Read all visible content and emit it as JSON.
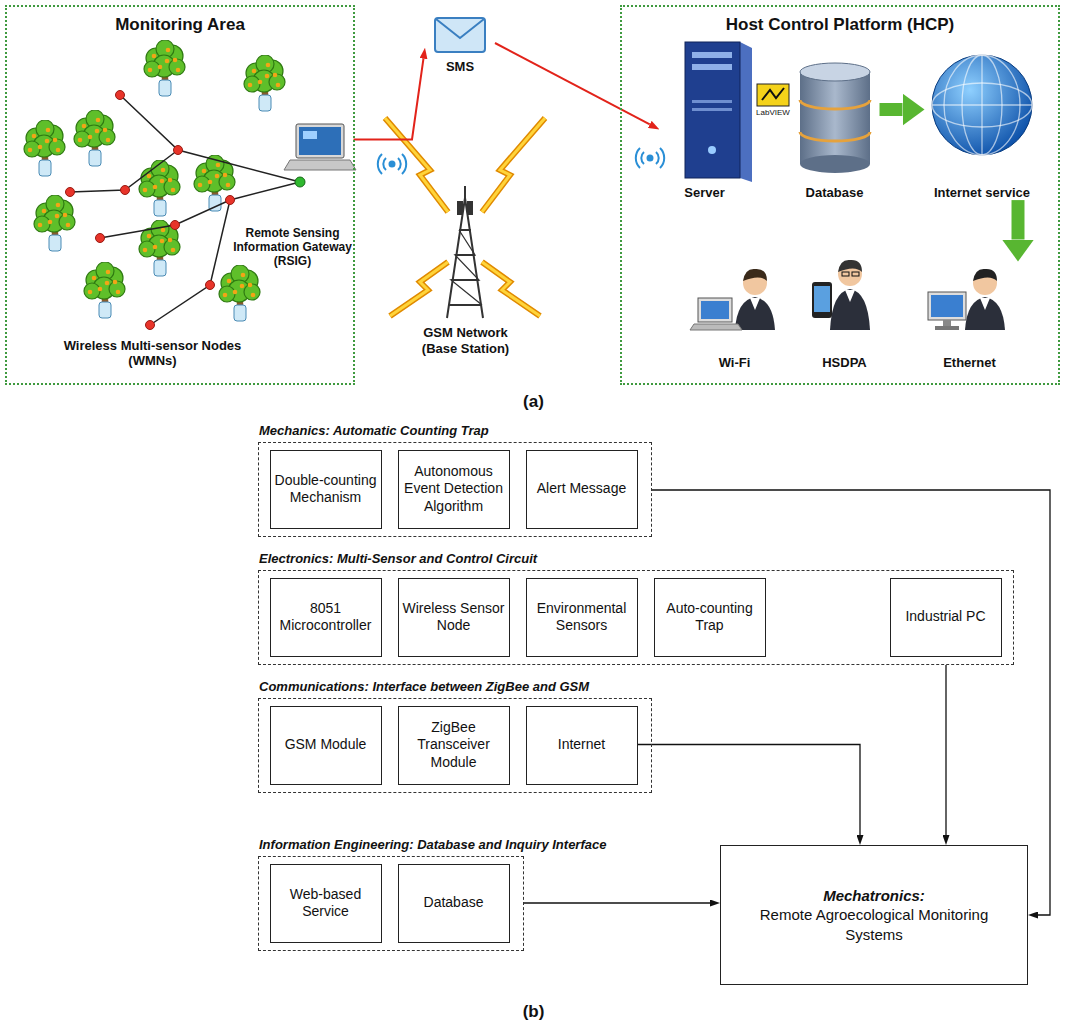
{
  "diagram": {
    "nodes": [
      {
        "text": [
          "Monitoring Area"
        ]
      },
      {
        "text": [
          "Remote Sensing Information Gateway (RSIG)"
        ],
        "in": 0
      },
      {
        "text": [
          "SMS"
        ]
      },
      {
        "text": [
          "GSM Network (Base Station)"
        ]
      },
      {
        "text": [
          "Host Control Platform (HCP)"
        ]
      },
      {
        "text": [
          "Server"
        ],
        "in": 4
      },
      {
        "text": [
          "Database"
        ],
        "in": 4
      },
      {
        "text": [
          "Internet service"
        ],
        "in": 4
      },
      {
        "text": [
          "Wi-Fi"
        ],
        "in": 4
      },
      {
        "text": [
          "HSDPA"
        ],
        "in": 4
      },
      {
        "text": [
          "Ethernet"
        ],
        "in": 4
      },
      {
        "text": [
          "Mechanics: Automatic Counting Trap"
        ]
      },
      {
        "text": [
          "Double-counting Mechanism"
        ],
        "in": 11
      },
      {
        "text": [
          "Autonomous Event Detection Algorithm"
        ],
        "in": 11
      },
      {
        "text": [
          "Alert Message"
        ],
        "in": 11
      },
      {
        "text": [
          "Electronics: Multi-Sensor and Control Circuit"
        ]
      },
      {
        "text": [
          "8051 Microcontroller"
        ],
        "in": 15
      },
      {
        "text": [
          "Wireless Sensor Node"
        ],
        "in": 15
      },
      {
        "text": [
          "Environmental Sensors"
        ],
        "in": 15
      },
      {
        "text": [
          "Auto-counting Trap"
        ],
        "in": 15
      },
      {
        "text": [
          "Industrial PC"
        ],
        "in": 15
      },
      {
        "text": [
          "Communications: Interface between ZigBee and GSM"
        ]
      },
      {
        "text": [
          "GSM Module"
        ],
        "in": 21
      },
      {
        "text": [
          "ZigBee Transceiver Module"
        ],
        "in": 21
      },
      {
        "text": [
          "Internet"
        ],
        "in": 21
      },
      {
        "text": [
          "Information Engineering: Database and Inquiry Interface"
        ]
      },
      {
        "text": [
          "Web-based Service"
        ],
        "in": 25
      },
      {
        "text": [
          "Database"
        ],
        "in": 25
      },
      {
        "text": [
          "Mechatronics:",
          "Remote Agroecological Monitoring Systems"
        ]
      }
    ],
    "edges": [
      {
        "from": 1,
        "to": 2,
        "arrow": "to"
      },
      {
        "from": 2,
        "to": 5,
        "arrow": "to"
      },
      {
        "from": 6,
        "to": 7,
        "arrow": "to"
      },
      {
        "from": 7,
        "to": 10,
        "arrow": "to"
      },
      {
        "from": 11,
        "to": 28,
        "arrow": "to"
      },
      {
        "from": 15,
        "to": 28,
        "arrow": "to"
      },
      {
        "from": 24,
        "to": 28,
        "arrow": "to"
      },
      {
        "from": 25,
        "to": 28,
        "arrow": "to"
      }
    ],
    "labels": [
      "Wireless Multi-sensor Nodes (WMNs)",
      "LabVIEW",
      "(a)",
      "(b)"
    ]
  }
}
